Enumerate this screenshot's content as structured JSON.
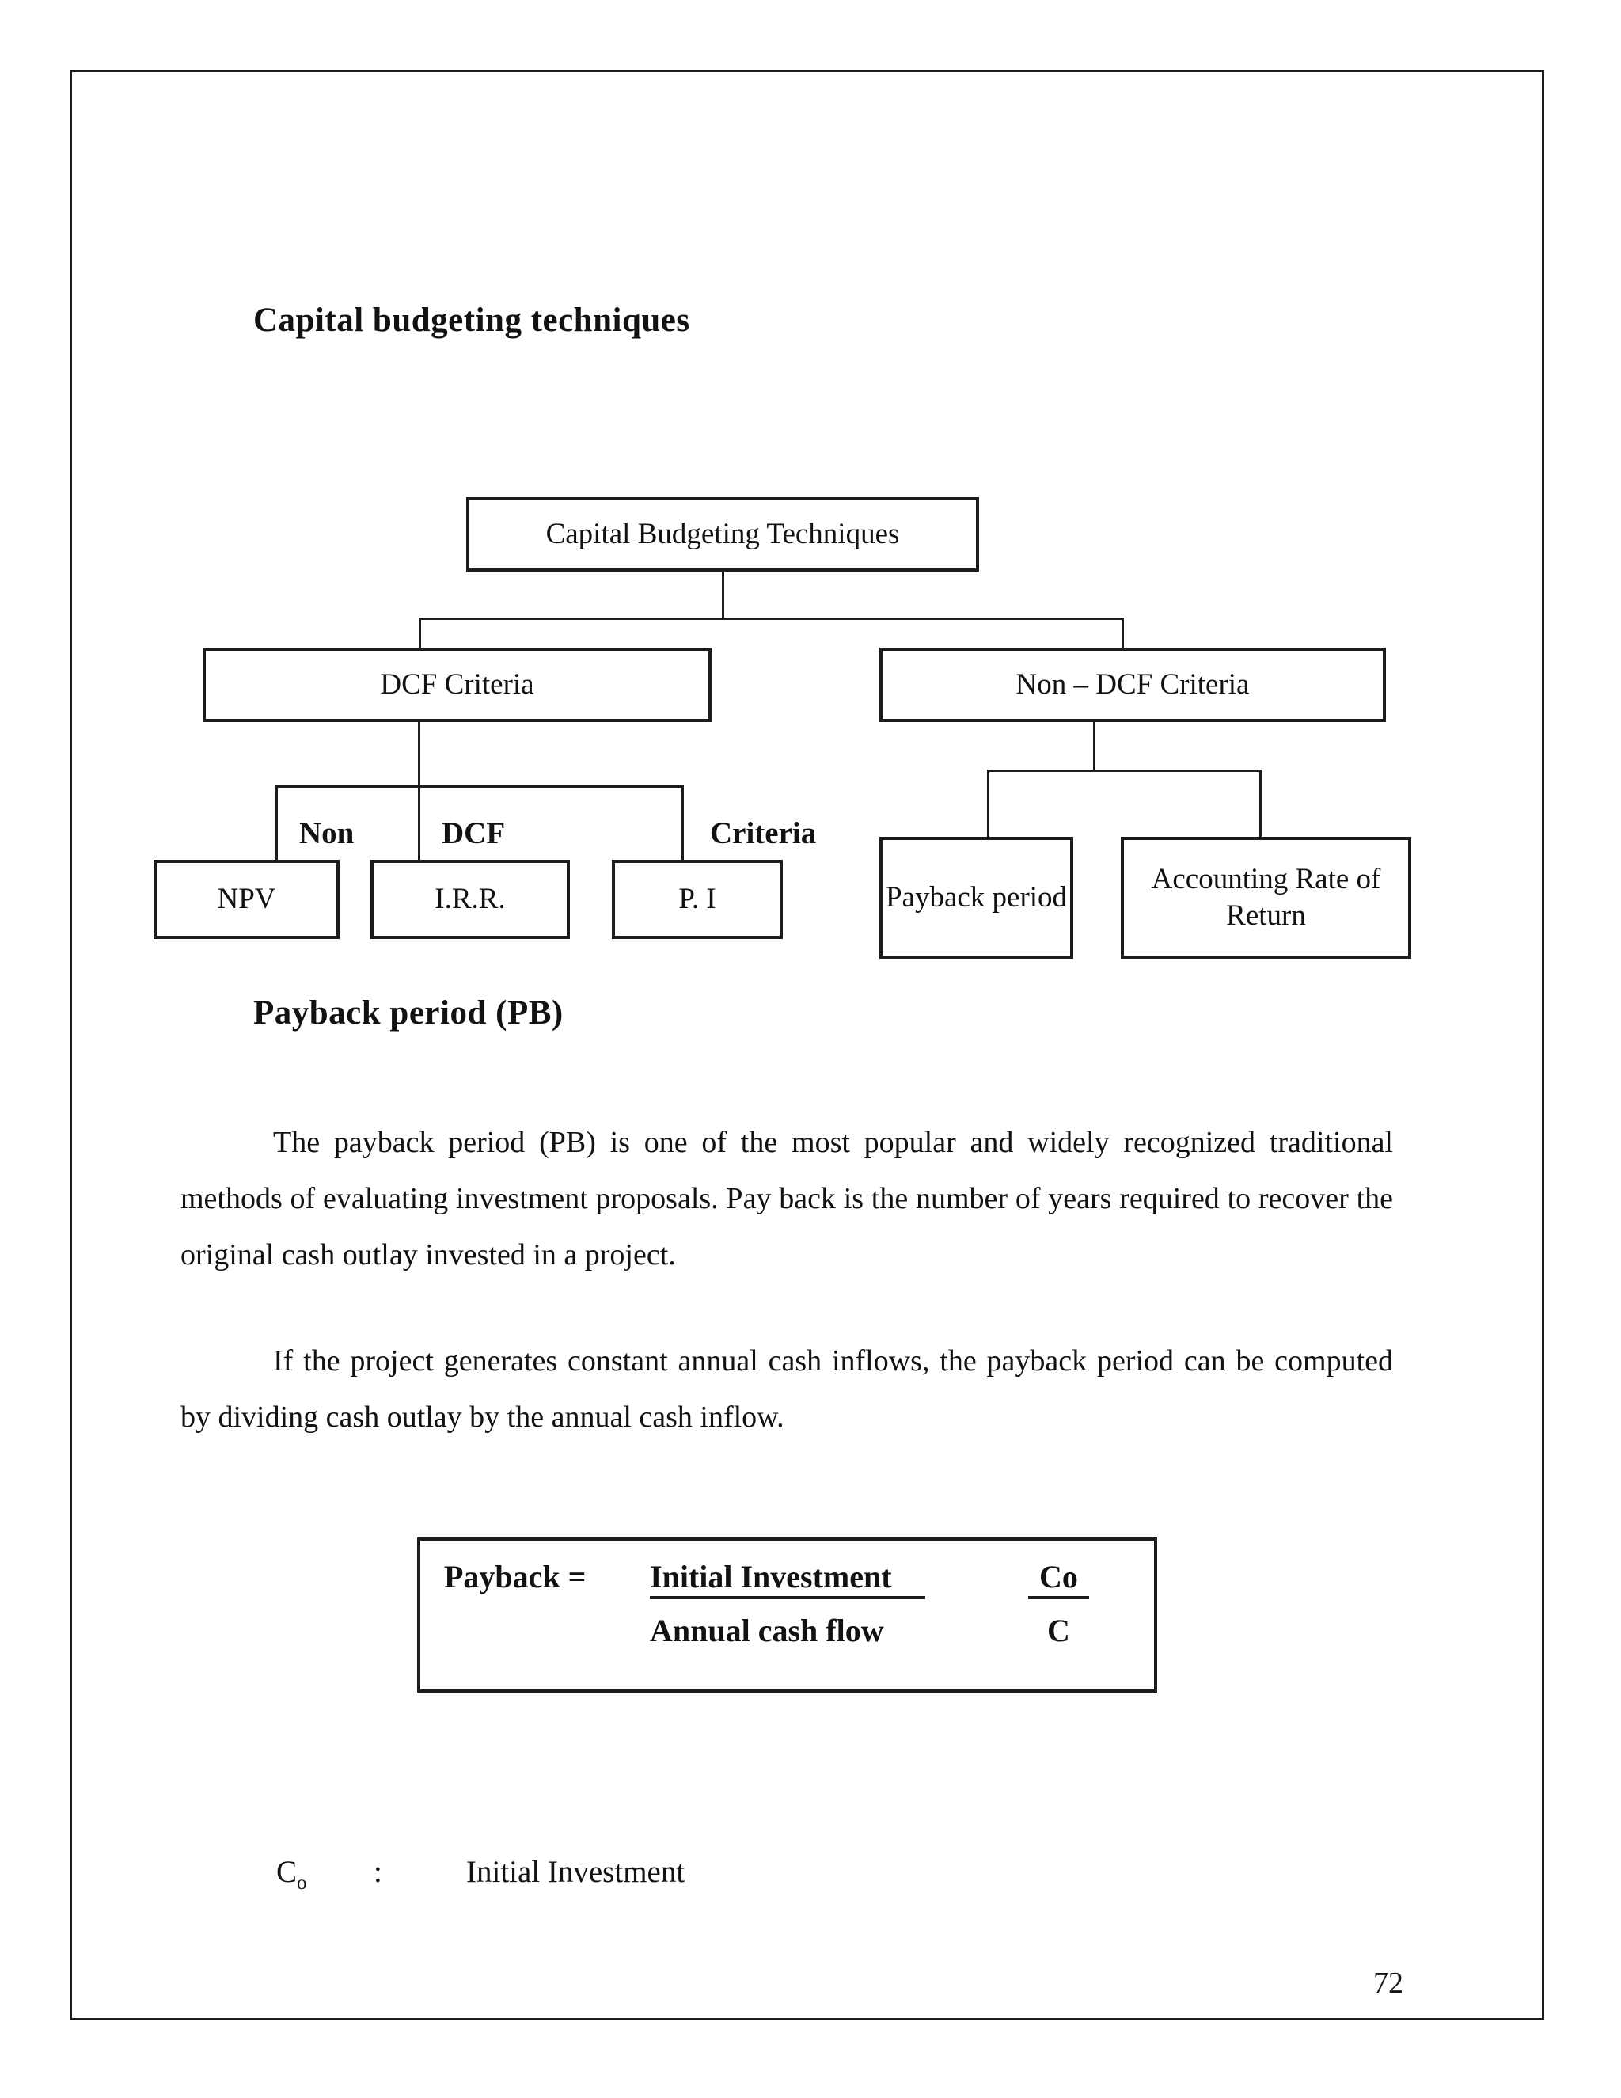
{
  "document": {
    "heading1": "Capital budgeting techniques",
    "heading2": "Payback period (PB)",
    "page_number": "72"
  },
  "flowchart": {
    "root": "Capital Budgeting Techniques",
    "dcf_branch": "DCF Criteria",
    "non_dcf_branch": "Non – DCF Criteria",
    "dcf_sublabels": [
      "Non",
      "DCF",
      "Criteria"
    ],
    "dcf_leaves": [
      "NPV",
      "I.R.R.",
      "P. I"
    ],
    "non_dcf_leaves": [
      "Payback period",
      "Accounting Rate of Return"
    ]
  },
  "body": {
    "paragraph1": "The payback period (PB) is one of the most popular and widely recognized traditional methods of evaluating investment proposals. Pay back is the number of years required to recover the original cash outlay invested in a project.",
    "paragraph2": "If the project generates constant annual cash inflows, the payback period can be computed by dividing cash outlay by the annual cash inflow."
  },
  "formula": {
    "label": "Payback =",
    "numerator": "Initial Investment",
    "denominator": "Annual cash flow",
    "ratio_numerator": "Co",
    "ratio_denominator": "C"
  },
  "legend": {
    "symbol_base": "C",
    "symbol_subscript": "o",
    "colon": ":",
    "meaning": "Initial Investment"
  }
}
